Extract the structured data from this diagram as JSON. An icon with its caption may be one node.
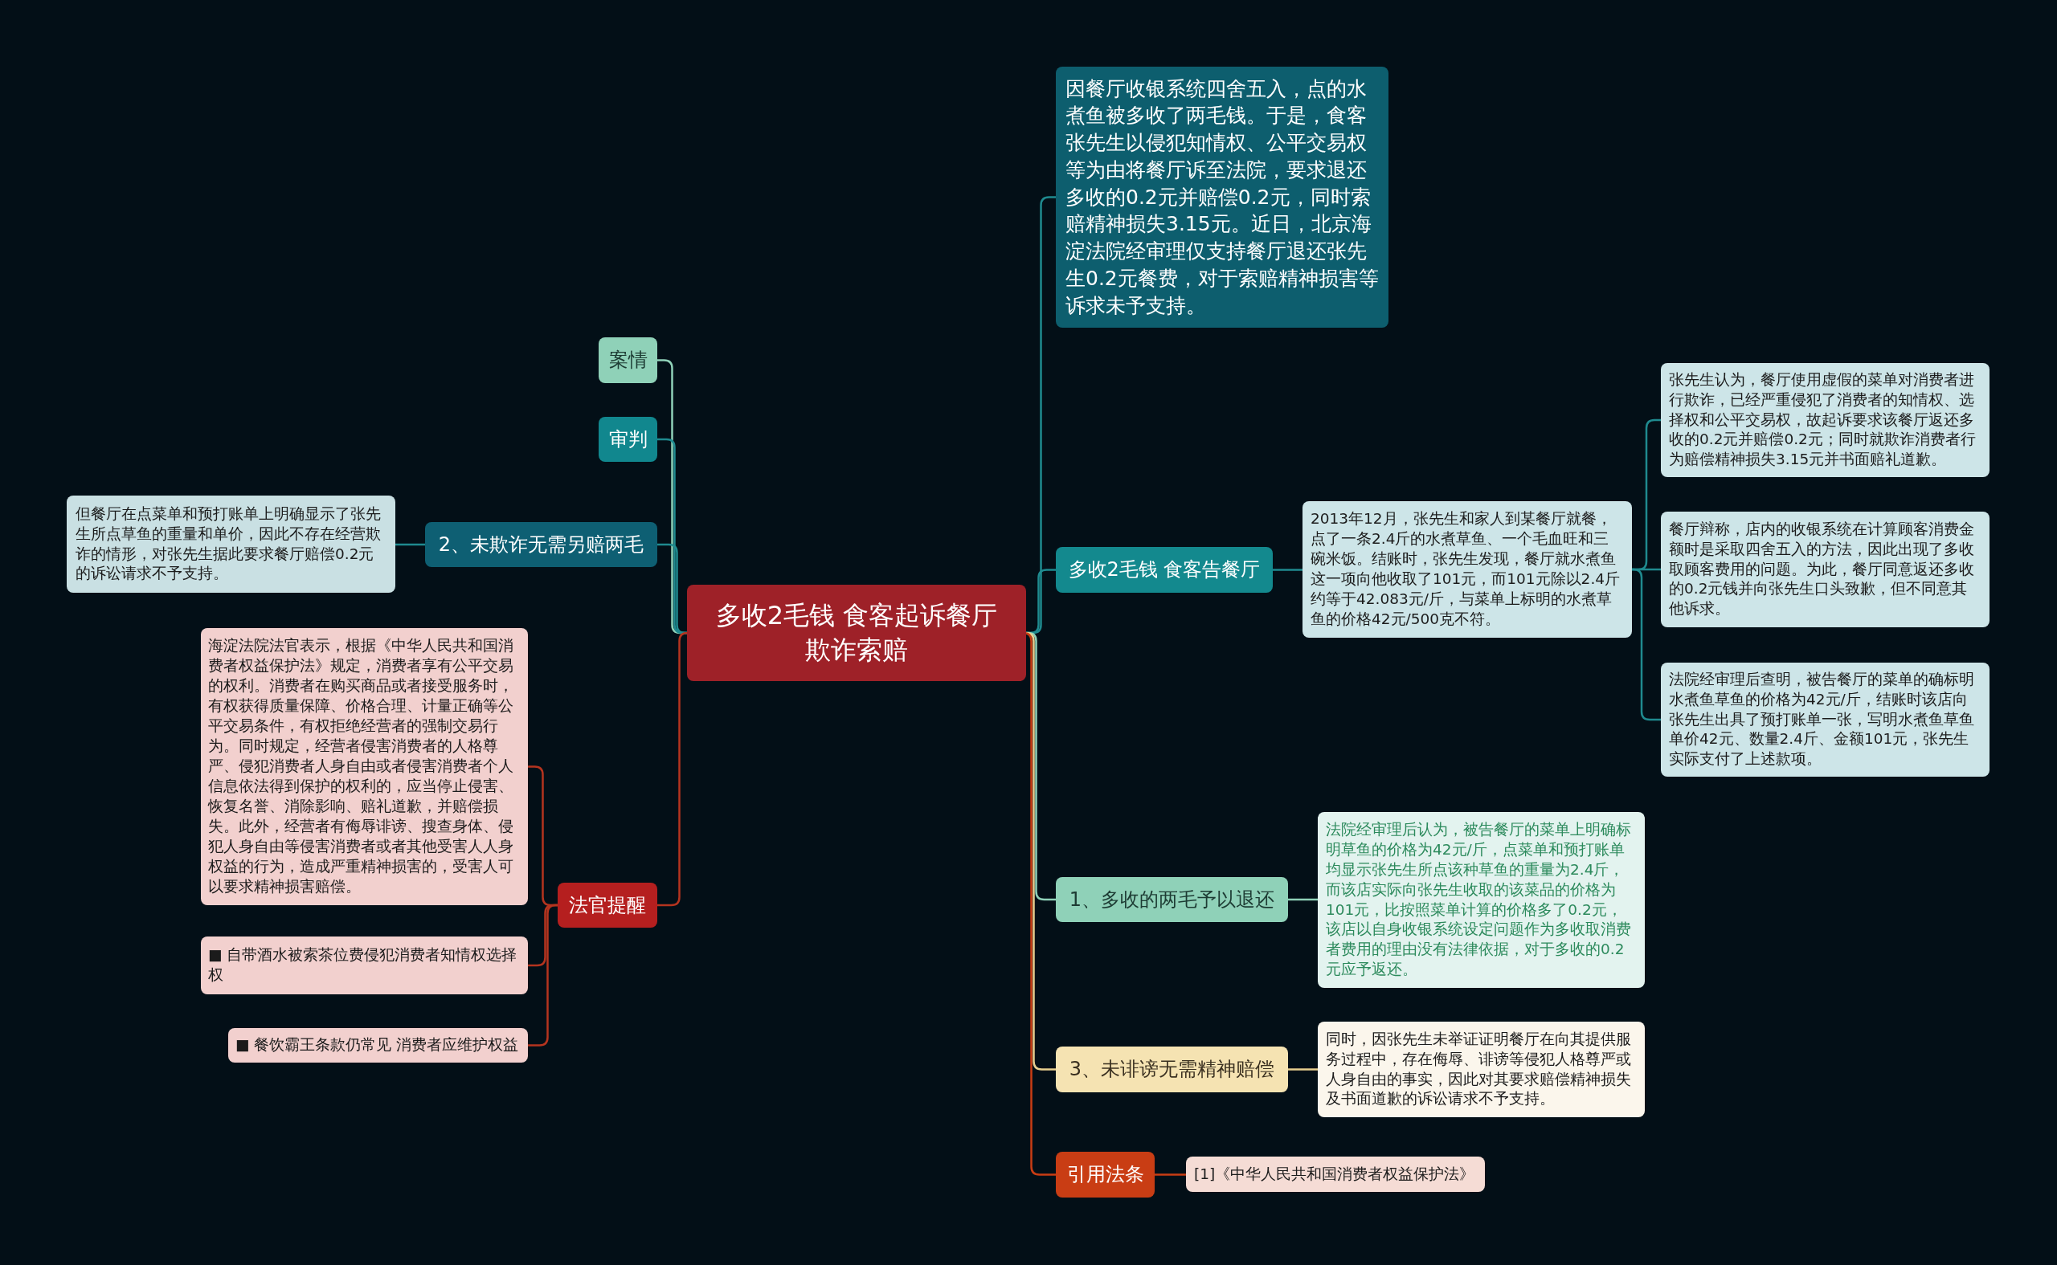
{
  "diagram": {
    "nodes": [
      {
        "text": [
          "多收2毛钱 食客起诉餐厅欺诈索赔"
        ]
      },
      {
        "text": [
          "案情"
        ]
      },
      {
        "text": [
          "审判"
        ]
      },
      {
        "text": [
          "2、未欺诈无需另赔两毛"
        ]
      },
      {
        "text": [
          "但餐厅在点菜单和预打账单上明确显示了张先生所点草鱼的重量和单价，因此不存在经营欺诈的情形，对张先生据此要求餐厅赔偿0.2元的诉讼请求不予支持。"
        ]
      },
      {
        "text": [
          "法官提醒"
        ]
      },
      {
        "text": [
          "海淀法院法官表示，根据《中华人民共和国消费者权益保护法》规定，消费者享有公平交易的权利。消费者在购买商品或者接受服务时，有权获得质量保障、价格合理、计量正确等公平交易条件，有权拒绝经营者的强制交易行为。同时规定，经营者侵害消费者的人格尊严、侵犯消费者人身自由或者侵害消费者个人信息依法得到保护的权利的，应当停止侵害、恢复名誉、消除影响、赔礼道歉，并赔偿损失。此外，经营者有侮辱诽谤、搜查身体、侵犯人身自由等侵害消费者或者其他受害人人身权益的行为，造成严重精神损害的，受害人可以要求精神损害赔偿。"
        ]
      },
      {
        "text": [
          "■ 自带酒水被索茶位费侵犯消费者知情权选择权"
        ]
      },
      {
        "text": [
          "■ 餐饮霸王条款仍常见 消费者应维护权益"
        ]
      },
      {
        "text": [
          "因餐厅收银系统四舍五入，点的水煮鱼被多收了两毛钱。于是，食客张先生以侵犯知情权、公平交易权等为由将餐厅诉至法院，要求退还多收的0.2元并赔偿0.2元，同时索赔精神损失3.15元。近日，北京海淀法院经审理仅支持餐厅退还张先生0.2元餐费，对于索赔精神损害等诉求未予支持。"
        ]
      },
      {
        "text": [
          "多收2毛钱 食客告餐厅"
        ]
      },
      {
        "text": [
          "2013年12月，张先生和家人到某餐厅就餐，点了一条2.4斤的水煮草鱼、一个毛血旺和三碗米饭。结账时，张先生发现，餐厅就水煮鱼这一项向他收取了101元，而101元除以2.4斤约等于42.083元/斤，与菜单上标明的水煮草鱼的价格42元/500克不符。"
        ]
      },
      {
        "text": [
          "张先生认为，餐厅使用虚假的菜单对消费者进行欺诈，已经严重侵犯了消费者的知情权、选择权和公平交易权，故起诉要求该餐厅返还多收的0.2元并赔偿0.2元；同时就欺诈消费者行为赔偿精神损失3.15元并书面赔礼道歉。"
        ]
      },
      {
        "text": [
          "餐厅辩称，店内的收银系统在计算顾客消费金额时是采取四舍五入的方法，因此出现了多收取顾客费用的问题。为此，餐厅同意返还多收的0.2元钱并向张先生口头致歉，但不同意其他诉求。"
        ]
      },
      {
        "text": [
          "法院经审理后查明，被告餐厅的菜单的确标明水煮鱼草鱼的价格为42元/斤，结账时该店向张先生出具了预打账单一张，写明水煮鱼草鱼单价42元、数量2.4斤、金额101元，张先生实际支付了上述款项。"
        ]
      },
      {
        "text": [
          "1、多收的两毛予以退还"
        ]
      },
      {
        "text": [
          "法院经审理后认为，被告餐厅的菜单上明确标明草鱼的价格为42元/斤，点菜单和预打账单均显示张先生所点该种草鱼的重量为2.4斤，而该店实际向张先生收取的该菜品的价格为101元，比按照菜单计算的价格多了0.2元，该店以自身收银系统设定问题作为多收取消费者费用的理由没有法律依据，对于多收的0.2元应予返还。"
        ]
      },
      {
        "text": [
          "3、未诽谤无需精神赔偿"
        ]
      },
      {
        "text": [
          "同时，因张先生未举证证明餐厅在向其提供服务过程中，存在侮辱、诽谤等侵犯人格尊严或人身自由的事实，因此对其要求赔偿精神损失及书面道歉的诉讼请求不予支持。"
        ]
      },
      {
        "text": [
          "引用法条"
        ]
      },
      {
        "text": [
          "[1]《中华人民共和国消费者权益保护法》"
        ]
      }
    ],
    "edges": [
      {
        "from": 0,
        "to": 1,
        "arrow": "none",
        "color": "#8fd1b8"
      },
      {
        "from": 0,
        "to": 2,
        "arrow": "none"
      },
      {
        "from": 0,
        "to": 3,
        "arrow": "none"
      },
      {
        "from": 3,
        "to": 4,
        "arrow": "none"
      },
      {
        "from": 0,
        "to": 5,
        "arrow": "none",
        "color": "#b5341f"
      },
      {
        "from": 5,
        "to": 6,
        "arrow": "none",
        "color": "#b5341f"
      },
      {
        "from": 5,
        "to": 7,
        "arrow": "none",
        "color": "#b5341f"
      },
      {
        "from": 5,
        "to": 8,
        "arrow": "none",
        "color": "#b5341f"
      },
      {
        "from": 0,
        "to": 9,
        "arrow": "none"
      },
      {
        "from": 0,
        "to": 10,
        "arrow": "none"
      },
      {
        "from": 10,
        "to": 11,
        "arrow": "none"
      },
      {
        "from": 11,
        "to": 12,
        "arrow": "none"
      },
      {
        "from": 11,
        "to": 13,
        "arrow": "none"
      },
      {
        "from": 11,
        "to": 14,
        "arrow": "none"
      },
      {
        "from": 0,
        "to": 15,
        "arrow": "none",
        "color": "#8fd1b8"
      },
      {
        "from": 15,
        "to": 16,
        "arrow": "none",
        "color": "#8fd1b8"
      },
      {
        "from": 0,
        "to": 17,
        "arrow": "none",
        "color": "#e8cf8f"
      },
      {
        "from": 17,
        "to": 18,
        "arrow": "none",
        "color": "#e8cf8f"
      },
      {
        "from": 0,
        "to": 19,
        "arrow": "none",
        "color": "#c93d14"
      },
      {
        "from": 19,
        "to": 20,
        "arrow": "none",
        "color": "#c93d14"
      }
    ]
  }
}
